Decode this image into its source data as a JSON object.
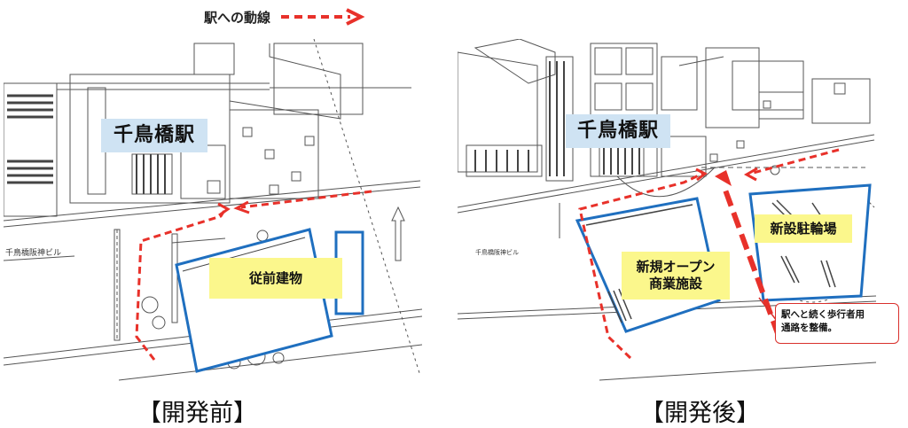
{
  "legend": {
    "label": "駅への動線"
  },
  "before": {
    "station_label": "千鳥橋駅",
    "building_label": "従前建物",
    "neighbor_label": "千鳥橋阪神ビル",
    "caption": "【開発前】"
  },
  "after": {
    "station_label": "千鳥橋駅",
    "facility_label": "新規オープン\n商業施設",
    "parking_label": "新設駐輪場",
    "neighbor_label": "千鳥橋阪神ビル",
    "note": "駅へと続く歩行者用\n通路を整備。",
    "caption": "【開発後】"
  },
  "colors": {
    "route": "#e8312a",
    "building_outline": "#1f6fbf",
    "station_label_bg": "#cfe3f3",
    "building_label_bg": "#fbf78c",
    "line_art": "#555555"
  }
}
